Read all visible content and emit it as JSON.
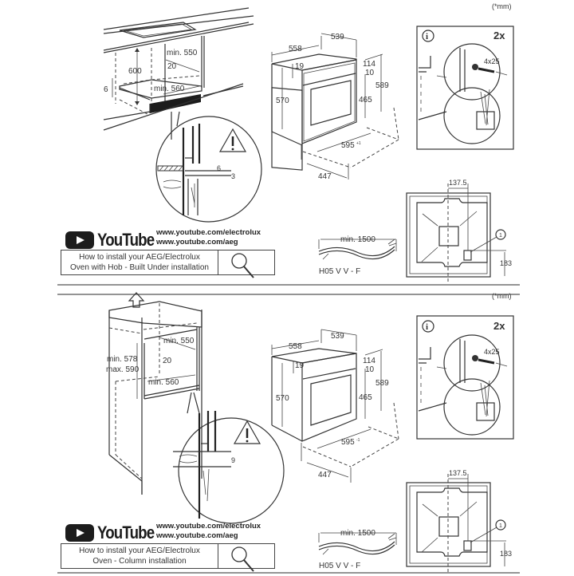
{
  "unit_note": "(*mm)",
  "sections": [
    {
      "id": "built-under",
      "cabinet": {
        "height_label": "600",
        "depth_label": "min. 550",
        "gap_label": "20",
        "width_label": "min. 560",
        "offset_label": "6"
      },
      "detail": {
        "gap_top": "6",
        "gap_bottom": "3"
      },
      "oven": {
        "depth_total": "558",
        "depth_body": "539",
        "top_offset": "19",
        "front_height": "570",
        "panel_114": "114",
        "panel_10": "10",
        "height_589": "589",
        "height_465": "465",
        "width": "595",
        "width_tol": "+1",
        "cutout": "447"
      },
      "fixing": {
        "count": "2x",
        "screw": "4x25"
      },
      "back": {
        "offset_x": "137.5",
        "offset_y": "183",
        "marker": "1"
      },
      "cable": {
        "length": "min. 1500",
        "type": "H05 V V - F"
      },
      "youtube": {
        "wordmark": "YouTube",
        "urls": [
          "www.youtube.com/electrolux",
          "www.youtube.com/aeg"
        ],
        "howto_line1": "How to install your AEG/Electrolux",
        "howto_line2": "Oven with Hob - Built Under installation"
      }
    },
    {
      "id": "column",
      "cabinet": {
        "height_min": "min. 578",
        "height_max": "max. 590",
        "depth_label": "min. 550",
        "gap_label": "20",
        "width_label": "min. 560"
      },
      "detail": {
        "gap": "9"
      },
      "oven": {
        "depth_total": "558",
        "depth_body": "539",
        "top_offset": "19",
        "front_height": "570",
        "panel_114": "114",
        "panel_10": "10",
        "height_589": "589",
        "height_465": "465",
        "width": "595",
        "width_tol": "-1",
        "cutout": "447"
      },
      "fixing": {
        "count": "2x",
        "screw": "4x25"
      },
      "back": {
        "offset_x": "137.5",
        "offset_y": "183",
        "marker": "1"
      },
      "cable": {
        "length": "min. 1500",
        "type": "H05 V V - F"
      },
      "youtube": {
        "wordmark": "YouTube",
        "urls": [
          "www.youtube.com/electrolux",
          "www.youtube.com/aeg"
        ],
        "howto_line1": "How to install your AEG/Electrolux",
        "howto_line2": "Oven - Column installation"
      }
    }
  ]
}
